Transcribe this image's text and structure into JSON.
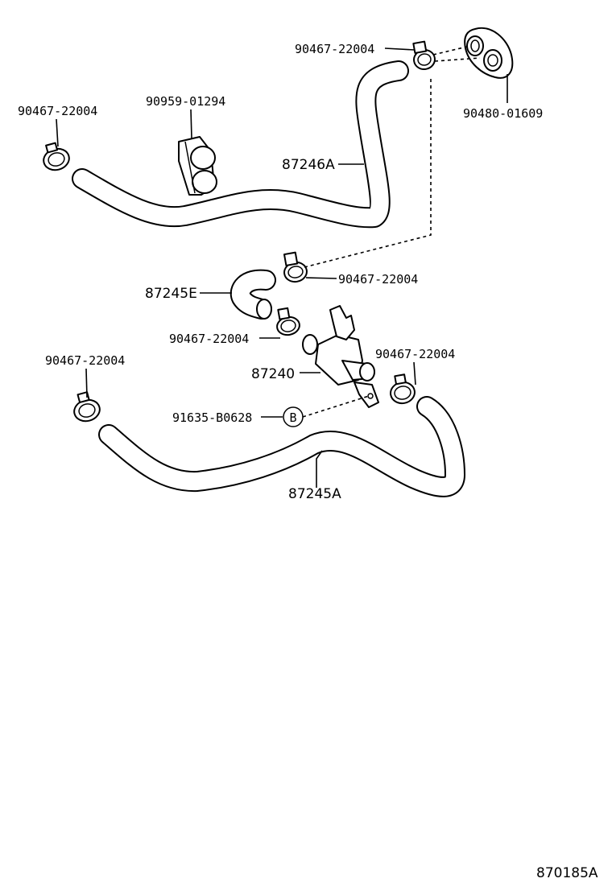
{
  "labels": {
    "clamp_top": "90467-22004",
    "grommet": "90480-01609",
    "clamp_left_top": "90467-22004",
    "hose_clamp_holder": "90959-01294",
    "hose_upper": "87246A",
    "clamp_mid_right": "90467-22004",
    "hose_short": "87245E",
    "clamp_valve_left": "90467-22004",
    "clamp_valve_right": "90467-22004",
    "valve": "87240",
    "clamp_left_lower": "90467-22004",
    "bolt": "91635-B0628",
    "bolt_ref": "B",
    "hose_lower": "87245A",
    "figure_id": "870185A"
  }
}
